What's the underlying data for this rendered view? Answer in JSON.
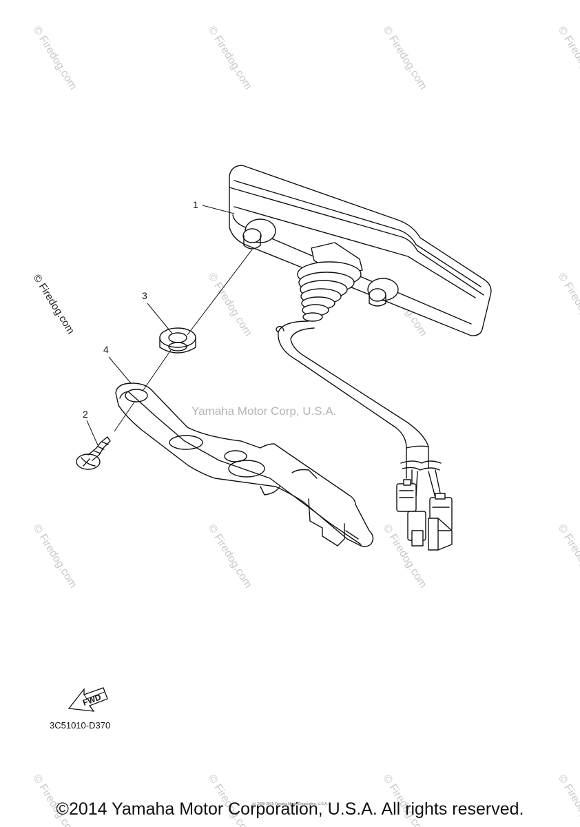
{
  "watermarks": {
    "site": "© Firedog.com",
    "maker": "Yamaha Motor Corp, U.S.A."
  },
  "callouts": [
    "1",
    "2",
    "3",
    "4"
  ],
  "diagram_code": "3C51010-D370",
  "fwd_label": "FWD",
  "footer": {
    "copyright": "©2014 Yamaha Motor Corporation, U.S.A. All rights reserved.",
    "fine_print": "(c) 2000-2015 Yamaha Motor Corporation, U.S.A."
  },
  "colors": {
    "line": "#111111",
    "watermark": "#c9c9c9"
  }
}
